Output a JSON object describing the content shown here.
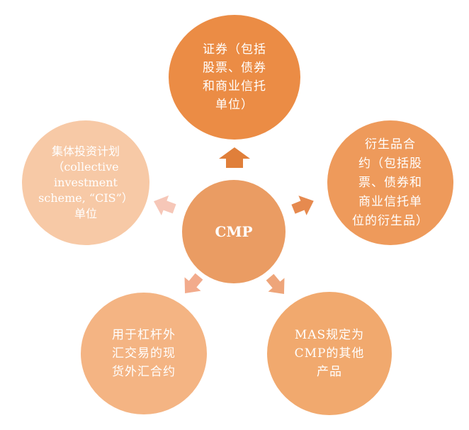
{
  "center": {
    "label": "CMP"
  },
  "nodes": {
    "top": {
      "label": "证券（包括\n股票、债券\n和商业信托\n单位）",
      "color": "#eb8c45"
    },
    "right": {
      "label": "衍生品合\n约（包括股\n票、债券和\n商业信托单\n位的衍生品）",
      "color": "#ee9a5b"
    },
    "bottom_right": {
      "label": "MAS规定为\nCMP的其他\n产品",
      "color": "#f1a96e"
    },
    "bottom_left": {
      "label": "用于杠杆外\n汇交易的现\n货外汇合约",
      "color": "#f4b483"
    },
    "left": {
      "label": "集体投资计划\n（collective\ninvestment\nscheme, “CIS”）\n单位",
      "color": "#f7c9a6"
    }
  }
}
